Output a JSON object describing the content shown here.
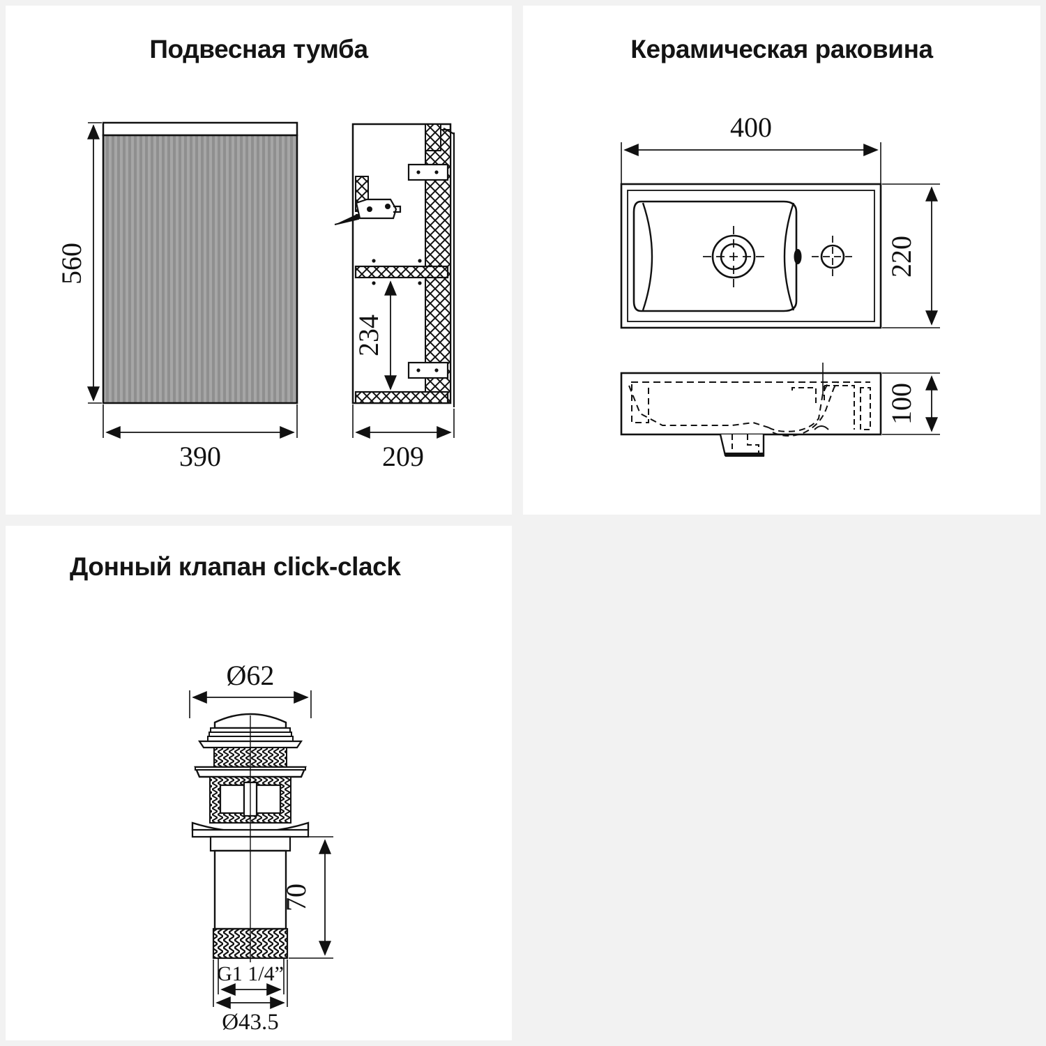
{
  "page": {
    "background_color": "#f2f2f2",
    "card_color": "#ffffff",
    "line_color": "#111111",
    "fill_gray": "#9e9e9e"
  },
  "panels": {
    "cabinet": {
      "title": "Подвесная тумба",
      "dimensions": {
        "height": "560",
        "width": "390",
        "depth": "209",
        "shelf_height": "234"
      }
    },
    "sink": {
      "title": "Керамическая раковина",
      "dimensions": {
        "width": "400",
        "depth": "220",
        "height": "100"
      }
    },
    "valve": {
      "title": "Донный клапан click-clack",
      "dimensions": {
        "cap_diameter": "Ø62",
        "length": "70",
        "thread": "G1 1/4”",
        "body_diameter": "Ø43.5"
      }
    }
  },
  "chart_data": {
    "type": "table",
    "title": "Technical dimension drawings",
    "rows": [
      {
        "item": "Подвесная тумба",
        "label": "560",
        "meaning": "height mm"
      },
      {
        "item": "Подвесная тумба",
        "label": "390",
        "meaning": "width mm"
      },
      {
        "item": "Подвесная тумба",
        "label": "209",
        "meaning": "depth mm"
      },
      {
        "item": "Подвесная тумба",
        "label": "234",
        "meaning": "shelf height mm"
      },
      {
        "item": "Керамическая раковина",
        "label": "400",
        "meaning": "width mm"
      },
      {
        "item": "Керамическая раковина",
        "label": "220",
        "meaning": "depth mm"
      },
      {
        "item": "Керамическая раковина",
        "label": "100",
        "meaning": "height mm"
      },
      {
        "item": "Донный клапан click-clack",
        "label": "Ø62",
        "meaning": "cap diameter mm"
      },
      {
        "item": "Донный клапан click-clack",
        "label": "70",
        "meaning": "length mm"
      },
      {
        "item": "Донный клапан click-clack",
        "label": "G1 1/4”",
        "meaning": "thread size"
      },
      {
        "item": "Донный клапан click-clack",
        "label": "Ø43.5",
        "meaning": "body diameter mm"
      }
    ]
  }
}
